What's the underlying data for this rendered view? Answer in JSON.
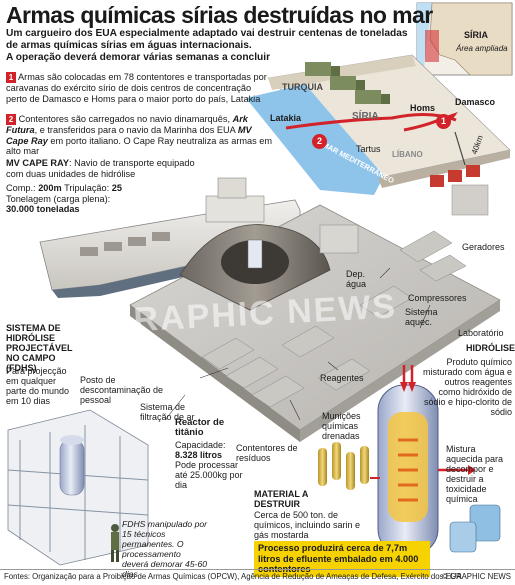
{
  "header": {
    "title": "Armas químicas sírias destruídas no mar",
    "intro": "Um cargueiro dos EUA especialmente adaptado vai destruir centenas de toneladas de armas químicas sírias em águas internacionais.",
    "lead": "A operação deverá demorar várias semanas a concluir"
  },
  "inset_map": {
    "country": "SÍRIA",
    "legend": "Área ampliada"
  },
  "map": {
    "turkey": "TURQUIA",
    "syria": "SÍRIA",
    "lebanon": "LÍBANO",
    "sea": "MAR MEDITERRÂNEO",
    "cities": [
      "Latakia",
      "Homs",
      "Damasco",
      "Tartus"
    ],
    "scale": "40km",
    "route_numbers": [
      "1",
      "2"
    ]
  },
  "steps": [
    {
      "num": "1",
      "text": "Armas são colocadas em 78 contentores e transportadas por caravanas do exército sírio de dois centros de concentração perto de Damasco e Homs para o maior porto do país, Latakia"
    },
    {
      "num": "2",
      "text_a": "Contentores são carregados no navio dinamarquês, ",
      "ship_a": "Ark Futura",
      "text_b": ", e transferidos para o navio da Marinha dos EUA ",
      "ship_b": "MV Cape Ray",
      "text_c": " em porto italiano. O Cape Ray neutraliza as armas em alto mar"
    }
  ],
  "ship": {
    "name": "MV CAPE RAY",
    "desc": ": Navio de transporte equipado com duas unidades de hidrólise",
    "length_label": "Comp.:",
    "length": "200m",
    "crew_label": "Tripulação:",
    "crew": "25",
    "tonnage_label": "Tonelagem (carga plena):",
    "tonnage": "30.000 toneladas"
  },
  "labels": {
    "generators": "Geradores",
    "water_tank": "Dep. água",
    "compressors": "Compressores",
    "heating": "Sistema aquec.",
    "laboratory": "Laboratório",
    "reagents": "Reagentes",
    "decon": "Posto de descontaminação de pessoal",
    "air_filter": "Sistema de filtração de ar",
    "waste": "Contentores de resíduos"
  },
  "fdhs": {
    "title": "SISTEMA DE HIDRÓLISE PROJECTÁVEL NO CAMPO (FDHS)",
    "desc": "Para projecção em qualquer parte do mundo em 10 dias",
    "note": "FDHS manipulado por 15 técnicos permanentes. O processamento deverá demorar 45-60 dias"
  },
  "reactor": {
    "title": "Reactor de titânio",
    "capacity_label": "Capacidade:",
    "capacity": "8.328 litros",
    "process": "Pode processar até 25.000kg por dia"
  },
  "hydrolysis": {
    "title": "HIDRÓLISE",
    "step1": "Produto químico misturado com água e outros reagentes como hidróxido de sódio e hipo-clorito de sódio",
    "step2": "Mistura aquecida para decompor e destruir a toxicidade química",
    "munitions": "Munições químicas drenadas"
  },
  "material": {
    "title": "MATERIAL A DESTRUIR",
    "desc": "Cerca de 500 ton. de químicos, incluindo sarin e gás mostarda"
  },
  "callout": "Processo produzirá cerca de 7,7m litros de efluente embalado em 4.000 contentores",
  "watermark": "GRAPHIC NEWS",
  "footer": {
    "sources": "Fontes: Organização para a Proibição de Armas Químicas (OPCW), Agência de Redução de Ameaças de Defesa, Exército dos EUA",
    "credit": "© GRAPHIC NEWS"
  },
  "colors": {
    "accent_red": "#d2232a",
    "sea_blue": "#1b6fb5",
    "callout_yellow": "#f5d200",
    "deck_grey": "#c9c7c4"
  }
}
